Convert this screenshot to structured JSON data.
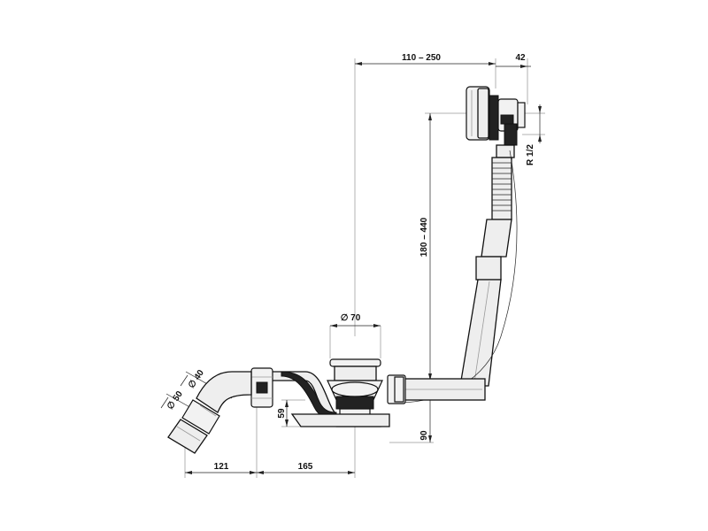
{
  "diagram": {
    "dimensions": {
      "top_width": "110 – 250",
      "overflow_depth": "42",
      "thread": "R 1/2",
      "vertical_height": "180 – 440",
      "waste_diameter": "∅ 70",
      "pipe_40": "∅ 40",
      "pipe_50": "∅ 50",
      "trap_height": "59",
      "bottom_height": "90",
      "length_121": "121",
      "length_165": "165"
    }
  }
}
